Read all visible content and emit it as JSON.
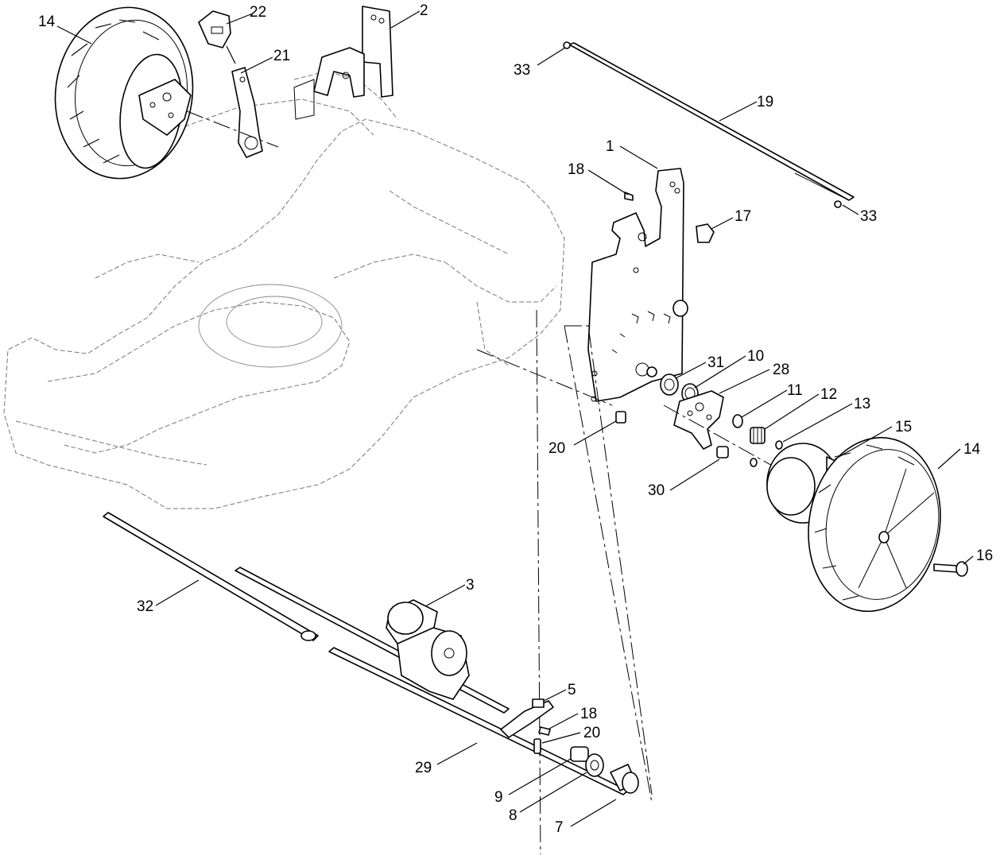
{
  "callouts": [
    {
      "id": "c14a",
      "label": "14"
    },
    {
      "id": "c22",
      "label": "22"
    },
    {
      "id": "c2",
      "label": "2"
    },
    {
      "id": "c21",
      "label": "21"
    },
    {
      "id": "c33a",
      "label": "33"
    },
    {
      "id": "c19",
      "label": "19"
    },
    {
      "id": "c1",
      "label": "1"
    },
    {
      "id": "c18a",
      "label": "18"
    },
    {
      "id": "c17",
      "label": "17"
    },
    {
      "id": "c33b",
      "label": "33"
    },
    {
      "id": "c31",
      "label": "31"
    },
    {
      "id": "c10",
      "label": "10"
    },
    {
      "id": "c28",
      "label": "28"
    },
    {
      "id": "c11",
      "label": "11"
    },
    {
      "id": "c12",
      "label": "12"
    },
    {
      "id": "c13",
      "label": "13"
    },
    {
      "id": "c15",
      "label": "15"
    },
    {
      "id": "c14b",
      "label": "14"
    },
    {
      "id": "c20a",
      "label": "20"
    },
    {
      "id": "c30",
      "label": "30"
    },
    {
      "id": "c16",
      "label": "16"
    },
    {
      "id": "c32",
      "label": "32"
    },
    {
      "id": "c3",
      "label": "3"
    },
    {
      "id": "c5",
      "label": "5"
    },
    {
      "id": "c18b",
      "label": "18"
    },
    {
      "id": "c20b",
      "label": "20"
    },
    {
      "id": "c29",
      "label": "29"
    },
    {
      "id": "c9",
      "label": "9"
    },
    {
      "id": "c8",
      "label": "8"
    },
    {
      "id": "c7",
      "label": "7"
    }
  ]
}
